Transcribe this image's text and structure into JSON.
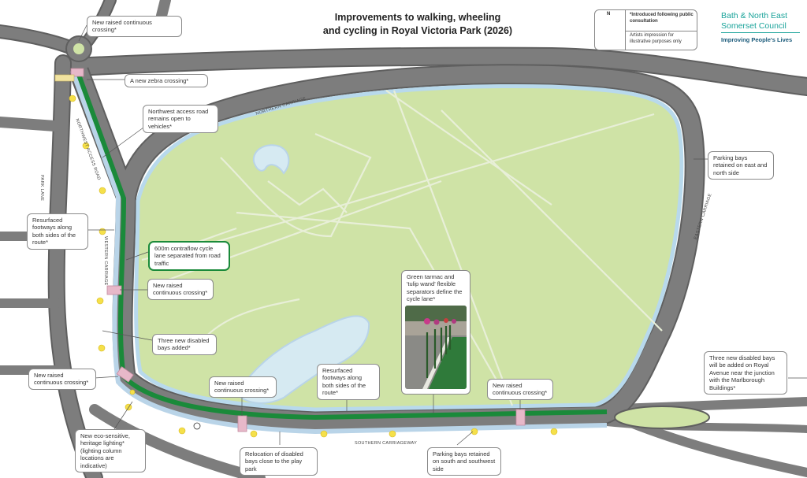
{
  "title": {
    "line1": "Improvements to walking, wheeling",
    "line2": "and cycling in Royal Victoria Park (2026)"
  },
  "notes": {
    "compass_letter": "N",
    "consultation_note": "*Introduced following public consultation",
    "artist_note": "Artists impression for illustrative purposes only"
  },
  "logo": {
    "line1": "Bath & North East",
    "line2": "Somerset Council",
    "tagline": "Improving People's Lives"
  },
  "road_labels": {
    "northwest_access_road": "NORTHWEST ACCESS ROAD",
    "northern_carriage": "NORTHERN CARRIAGE",
    "park_lane": "PARK LANE",
    "western_carriage": "WESTERN CARRIAGE",
    "eastern_carriage": "EASTERN CARRIAGE",
    "southern_carriageway": "SOUTHERN CARRIAGEWAY"
  },
  "callouts": {
    "raised_crossing_top": "New raised continuous crossing*",
    "zebra_crossing": "A new zebra crossing*",
    "northwest_access": "Northwest access road remains open to vehicles*",
    "resurfaced_west": "Resurfaced footways along both sides of the route*",
    "contraflow": "600m contraflow cycle lane separated from road traffic",
    "raised_crossing_west": "New raised continuous crossing*",
    "disabled_bays_west": "Three new disabled bays added*",
    "raised_crossing_southwest": "New raised continuous crossing*",
    "eco_lighting": "New eco-sensitive, heritage lighting* (lighting column locations are indicative)",
    "raised_crossing_south": "New raised continuous crossing*",
    "resurfaced_south": "Resurfaced footways along both sides of the route*",
    "relocation_disabled": "Relocation of disabled bays close to the play park",
    "green_tarmac": "Green tarmac and 'tulip wand' flexible separators define the cycle lane*",
    "raised_crossing_east": "New raised continuous crossing*",
    "parking_south": "Parking bays retained on south and southwest side",
    "parking_east": "Parking bays retained on east and north side",
    "royal_avenue": "Three new disabled bays will be added on Royal Avenue near the junction with the Marlborough Buildings*"
  },
  "colors": {
    "road": "#7d7d7d",
    "road_edge": "#5f5f5f",
    "park_grass": "#cfe3a6",
    "cycle_lane": "#1a8a3a",
    "footway": "#b9d4e8",
    "water": "#d6eaf2",
    "lamp": "#f5e04a",
    "crossing": "#e7b8c9"
  },
  "icons": {
    "compass": "compass-rose-icon",
    "accessibility": "wheelchair-icon",
    "lamp": "street-lamp-icon",
    "parking": "parking-icon",
    "arrow": "arrow-right-icon"
  }
}
